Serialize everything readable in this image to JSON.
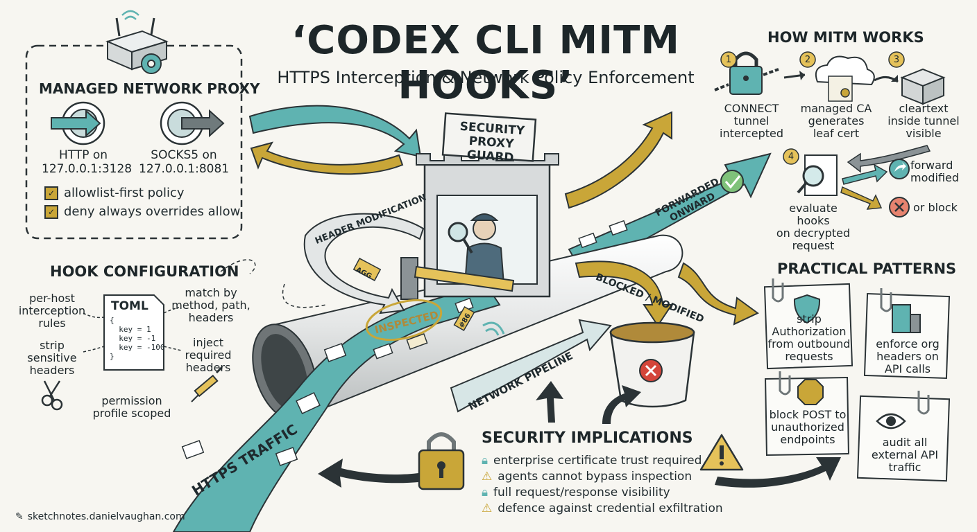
{
  "header": {
    "title": "‘CODEX CLI MITM HOOKS’",
    "subtitle": "HTTPS Interception & Network Policy Enforcement"
  },
  "proxy_panel": {
    "title": "MANAGED NETWORK PROXY",
    "http_label_line1": "HTTP on",
    "http_label_line2": "127.0.0.1:3128",
    "socks_label_line1": "SOCKS5 on",
    "socks_label_line2": "127.0.0.1:8081",
    "checks": [
      "allowlist-first policy",
      "deny always overrides allow"
    ]
  },
  "mitm": {
    "title": "HOW MITM WORKS",
    "steps": [
      {
        "num": "1",
        "label": "CONNECT\ntunnel\nintercepted"
      },
      {
        "num": "2",
        "label": "managed CA\ngenerates\nleaf cert"
      },
      {
        "num": "3",
        "label": "cleartext\ninside tunnel\nvisible"
      },
      {
        "num": "4",
        "label": "evaluate hooks\non decrypted\nrequest"
      }
    ],
    "outcomes": [
      "forward\nmodified",
      "or block"
    ]
  },
  "hook_config": {
    "title": "HOOK CONFIGURATION",
    "toml_title": "TOML",
    "toml_code": "{\n  key = 1\n  key = -1\n  key = -100\n}",
    "notes": {
      "per_host": "per-host\ninterception\nrules",
      "match": "match by\nmethod, path,\nheaders",
      "strip": "strip\nsensitive\nheaders",
      "inject": "inject\nrequired\nheaders",
      "permission": "permission\nprofile scoped"
    }
  },
  "center": {
    "guard_sign": "SECURITY\nPROXY GUARD",
    "header_modification": "HEADER MODIFICATION",
    "inspected_stamp": "INSPECTED",
    "forwarded_onward": "FORWARDED\nONWARD",
    "blocked_modified": "BLOCKED / MODIFIED",
    "network_pipeline": "NETWORK PIPELINE",
    "https_traffic": "HTTPS TRAFFIC",
    "tag_1": "AGG",
    "tag_2": "#86"
  },
  "security": {
    "title": "SECURITY IMPLICATIONS",
    "items": [
      {
        "icon": "lock",
        "text": "enterprise certificate trust required"
      },
      {
        "icon": "warning",
        "text": "agents cannot bypass inspection"
      },
      {
        "icon": "lock",
        "text": "full request/response visibility"
      },
      {
        "icon": "warning",
        "text": "defence against credential exfiltration"
      }
    ]
  },
  "patterns": {
    "title": "PRACTICAL PATTERNS",
    "cards": [
      {
        "icon": "shield-icon",
        "text": "strip\nAuthorization\nfrom outbound\nrequests"
      },
      {
        "icon": "building-icon",
        "text": "enforce org\nheaders on\nAPI calls"
      },
      {
        "icon": "stop-sign-icon",
        "text": "block POST to\nunauthorized\nendpoints"
      },
      {
        "icon": "eye-icon",
        "text": "audit all\nexternal API\ntraffic"
      }
    ]
  },
  "footer": {
    "text": "sketchnotes.danielvaughan.com"
  },
  "colors": {
    "teal": "#5fb3b1",
    "gold": "#c9a638",
    "ink": "#2b3336",
    "red": "#d4453a",
    "paper": "#f7f6f1"
  }
}
